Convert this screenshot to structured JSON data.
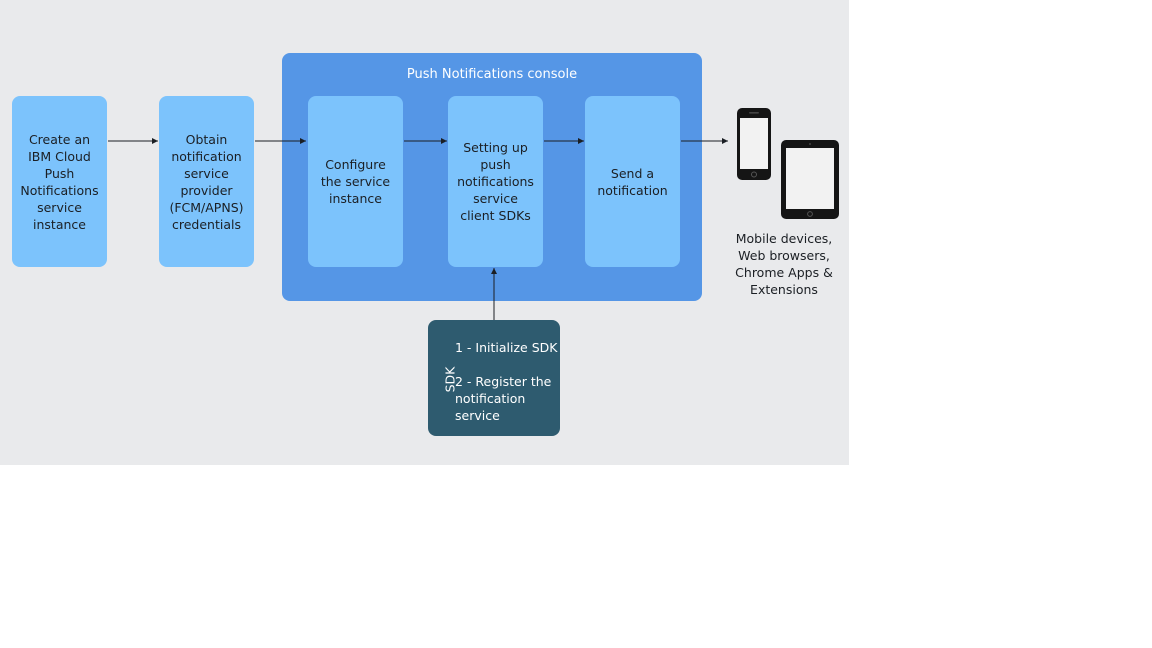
{
  "console": {
    "title": "Push Notifications console"
  },
  "steps": {
    "create": "Create an\nIBM Cloud\nPush\nNotifications\nservice\ninstance",
    "obtain": "Obtain\nnotification\nservice\nprovider\n(FCM/APNS)\ncredentials",
    "configure": "Configure\nthe service\ninstance",
    "setup": "Setting up\npush\nnotifications\nservice\nclient SDKs",
    "send": "Send a\nnotification"
  },
  "sdk": {
    "label": "SDK",
    "step1": "1 - Initialize SDK",
    "step2": "2 - Register the\n     notification\n     service"
  },
  "devices": {
    "caption": "Mobile devices,\nWeb browsers,\nChrome Apps &\nExtensions",
    "icons": [
      "smartphone-icon",
      "tablet-icon"
    ]
  },
  "colors": {
    "background": "#e9eaec",
    "console": "#5596e6",
    "step_box": "#7cc3fc",
    "sdk_box": "#2e5b6f"
  }
}
